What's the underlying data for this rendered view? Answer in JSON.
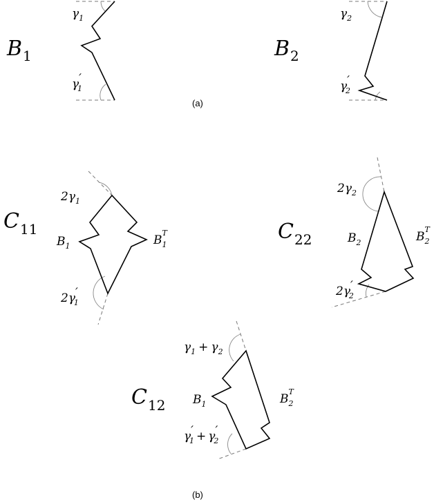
{
  "panel_a": {
    "caption": "(a)",
    "b1": {
      "label": "B",
      "sub": "1",
      "angle_top": "γ",
      "angle_top_sub": "1",
      "angle_bottom": "γ",
      "angle_bottom_sub": "1",
      "prime": "′"
    },
    "b2": {
      "label": "B",
      "sub": "2",
      "angle_top": "γ",
      "angle_top_sub": "2",
      "angle_bottom": "γ",
      "angle_bottom_sub": "2",
      "prime": "′"
    }
  },
  "panel_b": {
    "caption": "(b)",
    "c11": {
      "label": "C",
      "sub": "11",
      "left_label": "B",
      "left_sub": "1",
      "right_label": "B",
      "right_sub": "1",
      "right_sup": "T",
      "angle_top": "2γ",
      "angle_top_sub": "1",
      "angle_bottom": "2γ",
      "angle_bottom_sub": "1",
      "prime": "′"
    },
    "c22": {
      "label": "C",
      "sub": "22",
      "left_label": "B",
      "left_sub": "2",
      "right_label": "B",
      "right_sub": "2",
      "right_sup": "T",
      "angle_top": "2γ",
      "angle_top_sub": "2",
      "angle_bottom": "2γ",
      "angle_bottom_sub": "2",
      "prime": "′"
    },
    "c12": {
      "label": "C",
      "sub": "12",
      "left_label": "B",
      "left_sub": "1",
      "right_label": "B",
      "right_sub": "2",
      "right_sup": "T",
      "angle_top_a": "γ",
      "angle_top_a_sub": "1",
      "plus": "+",
      "angle_top_b": "γ",
      "angle_top_b_sub": "2",
      "angle_bottom_a": "γ",
      "angle_bottom_a_sub": "1",
      "angle_bottom_b": "γ",
      "angle_bottom_b_sub": "2",
      "prime": "′"
    }
  }
}
